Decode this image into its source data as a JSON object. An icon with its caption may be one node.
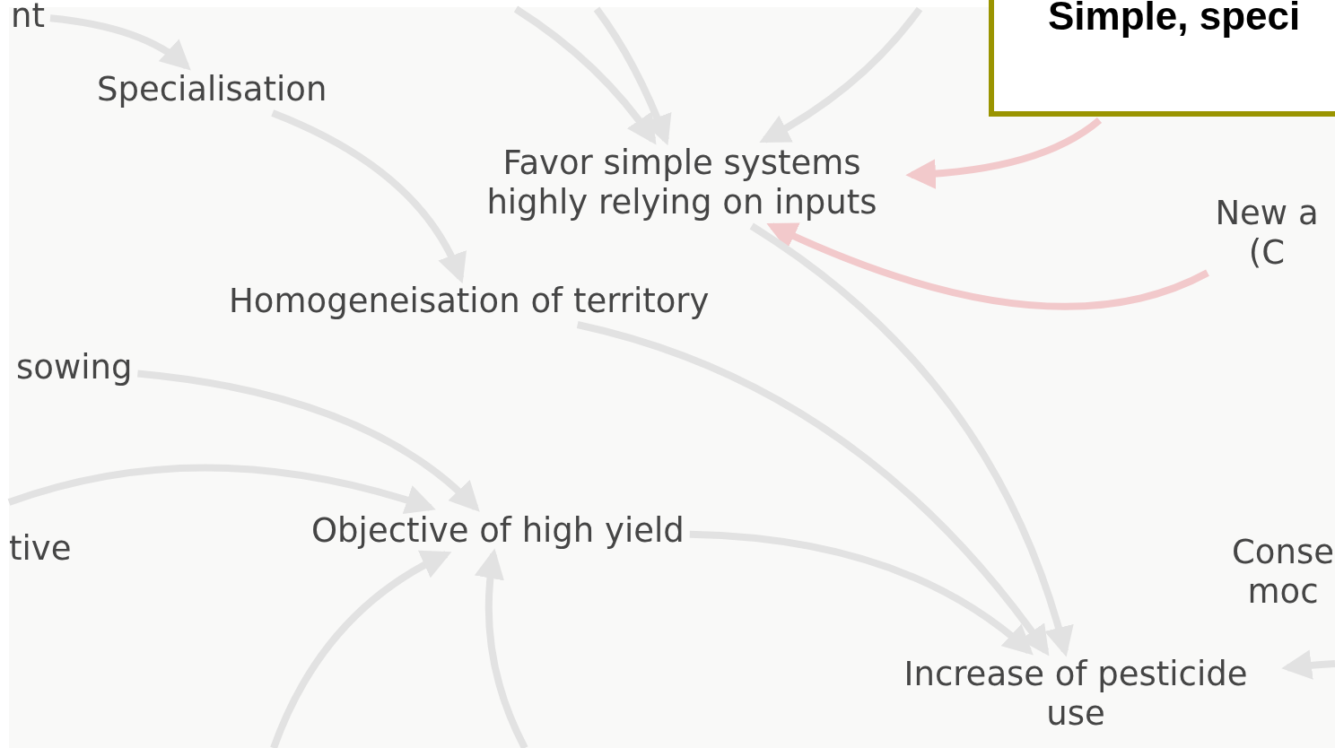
{
  "diagram": {
    "nodes": [
      {
        "text": [
          "nt"
        ]
      },
      {
        "text": [
          "Specialisation"
        ]
      },
      {
        "text": [
          "Favor simple systems highly relying on inputs"
        ]
      },
      {
        "text": [
          "Homogeneisation of territory"
        ]
      },
      {
        "text": [
          "Simple, speci"
        ]
      },
      {
        "text": [
          "New a (C"
        ]
      },
      {
        "text": [
          "sowing"
        ]
      },
      {
        "text": [
          "tive"
        ]
      },
      {
        "text": [
          "Objective of high yield"
        ]
      },
      {
        "text": [
          "Conse moc"
        ]
      },
      {
        "text": [
          "Increase of pesticide use"
        ]
      }
    ],
    "edges": [
      {
        "from": 0,
        "to": 1,
        "arrow": "to"
      },
      {
        "from": null,
        "to": 2,
        "arrow": "to"
      },
      {
        "from": null,
        "to": 2,
        "arrow": "to"
      },
      {
        "from": null,
        "to": 2,
        "arrow": "to"
      },
      {
        "from": 4,
        "to": 2,
        "arrow": "to",
        "color": "#f2c9cb"
      },
      {
        "from": 1,
        "to": 3,
        "arrow": "to"
      },
      {
        "from": 5,
        "to": 2,
        "arrow": "to",
        "color": "#f2c9cb"
      },
      {
        "from": 3,
        "to": 10,
        "arrow": "to"
      },
      {
        "from": 2,
        "to": 10,
        "arrow": "to"
      },
      {
        "from": 6,
        "to": 8,
        "arrow": "to"
      },
      {
        "from": null,
        "to": 8,
        "arrow": "to"
      },
      {
        "from": 8,
        "to": 10,
        "arrow": "to"
      },
      {
        "from": null,
        "to": 8,
        "arrow": "to"
      },
      {
        "from": null,
        "to": 8,
        "arrow": "to"
      },
      {
        "from": null,
        "to": 10,
        "arrow": "to"
      }
    ]
  }
}
